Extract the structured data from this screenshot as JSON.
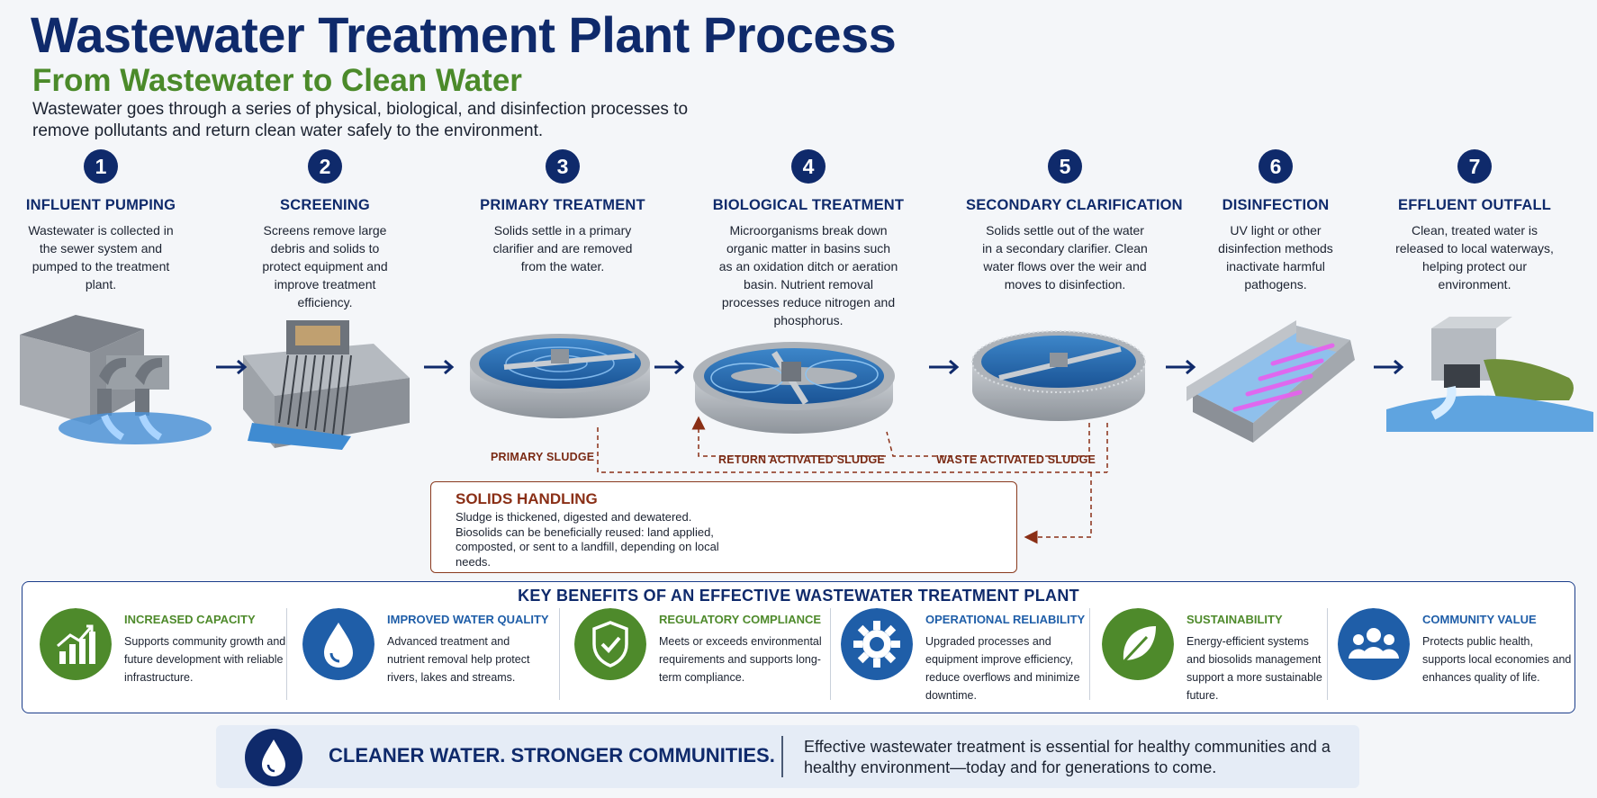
{
  "header": {
    "title": "Wastewater Treatment Plant Process",
    "subtitle": "From Wastewater to Clean Water",
    "intro": "Wastewater goes through a series of physical, biological, and disinfection processes to remove pollutants and return clean water safely to the environment."
  },
  "steps": [
    {
      "num": "1",
      "title": "INFLUENT PUMPING",
      "desc": "Wastewater is collected in the sewer system and pumped to the treatment plant."
    },
    {
      "num": "2",
      "title": "SCREENING",
      "desc": "Screens remove large debris and solids to protect equipment and improve treatment efficiency."
    },
    {
      "num": "3",
      "title": "PRIMARY TREATMENT",
      "desc": "Solids settle in a primary clarifier and are removed from the water."
    },
    {
      "num": "4",
      "title": "BIOLOGICAL TREATMENT",
      "desc": "Microorganisms break down organic matter in basins such as an oxidation ditch or aeration basin. Nutrient removal processes reduce nitrogen and phosphorus."
    },
    {
      "num": "5",
      "title": "SECONDARY CLARIFICATION",
      "desc": "Solids settle out of the water in a secondary clarifier. Clean water flows over the weir and moves to disinfection."
    },
    {
      "num": "6",
      "title": "DISINFECTION",
      "desc": "UV light or other disinfection methods inactivate harmful pathogens."
    },
    {
      "num": "7",
      "title": "EFFLUENT OUTFALL",
      "desc": "Clean, treated water is released to local waterways, helping protect our environment."
    }
  ],
  "flows": {
    "primary_sludge": "PRIMARY SLUDGE",
    "return_activated_sludge": "RETURN ACTIVATED SLUDGE",
    "waste_activated_sludge": "WASTE ACTIVATED SLUDGE"
  },
  "solids": {
    "title": "SOLIDS HANDLING",
    "desc": "Sludge is thickened, digested and dewatered. Biosolids can be beneficially reused: land applied, composted, or sent to a landfill, depending on local needs."
  },
  "benefits": {
    "title": "KEY BENEFITS OF AN EFFECTIVE WASTEWATER TREATMENT PLANT",
    "items": [
      {
        "title": "INCREASED CAPACITY",
        "desc": "Supports community growth and future development with reliable infrastructure.",
        "icon": "growth-chart-icon",
        "color": "#4e8a2b"
      },
      {
        "title": "IMPROVED WATER QUALITY",
        "desc": "Advanced treatment and nutrient removal help protect rivers, lakes and streams.",
        "icon": "water-drop-icon",
        "color": "#1f5ea8"
      },
      {
        "title": "REGULATORY COMPLIANCE",
        "desc": "Meets or exceeds environmental requirements and supports long-term compliance.",
        "icon": "shield-check-icon",
        "color": "#4e8a2b"
      },
      {
        "title": "OPERATIONAL RELIABILITY",
        "desc": "Upgraded processes and equipment improve efficiency, reduce overflows and minimize downtime.",
        "icon": "gear-icon",
        "color": "#1f5ea8"
      },
      {
        "title": "SUSTAINABILITY",
        "desc": "Energy-efficient systems and biosolids management support a more sustainable future.",
        "icon": "leaf-icon",
        "color": "#4e8a2b"
      },
      {
        "title": "COMMUNITY VALUE",
        "desc": "Protects public health, supports local economies and enhances quality of life.",
        "icon": "people-icon",
        "color": "#1f5ea8"
      }
    ]
  },
  "footer": {
    "slogan": "CLEANER WATER. STRONGER COMMUNITIES.",
    "message": "Effective wastewater treatment is essential for healthy communities and a healthy environment—today and for generations to come.",
    "icon": "water-drop-icon"
  },
  "colors": {
    "navy": "#0f2a6b",
    "green": "#4b8a2a",
    "blue": "#1f5ea8",
    "sludge": "#8a2f16"
  }
}
